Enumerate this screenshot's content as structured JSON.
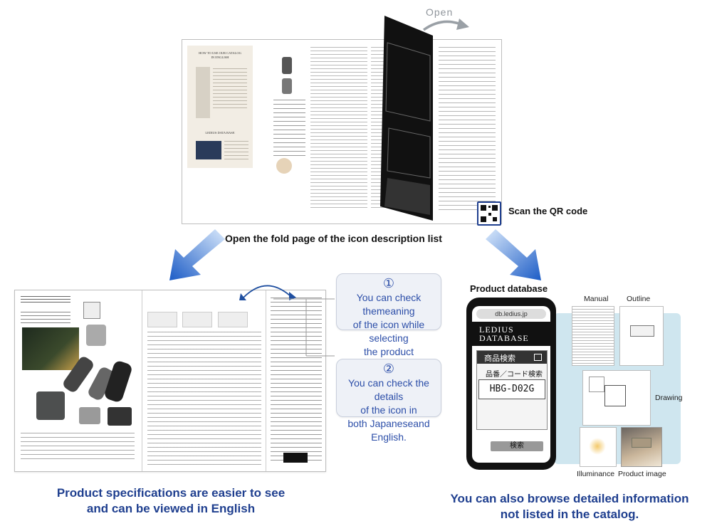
{
  "top": {
    "open_label": "Open",
    "inner_left_title_1": "HOW TO USE OUR CATALOG",
    "inner_left_title_2": "IN ENGLISH",
    "inner_left_title_3": "LEDIUS DATA BASE",
    "qr_caption": "Scan the QR code",
    "fold_caption": "Open the fold page of the icon description list"
  },
  "left_catalog": {
    "caption_line1": "Product specifications are easier to see",
    "caption_line2": "and can be viewed in English"
  },
  "callouts": [
    {
      "num": "①",
      "line1": "You can check themeaning",
      "line2": "of the icon while selecting",
      "line3": "the product"
    },
    {
      "num": "②",
      "line1": "You can check the details",
      "line2": "of the icon in",
      "line3": "both Japaneseand English."
    }
  ],
  "database": {
    "title": "Product database",
    "url": "db.ledius.jp",
    "logo_line1": "LEDIUS",
    "logo_line2": "DATABASE",
    "search_header": "商品検索",
    "search_sub": "品番／コード検索",
    "search_value": "HBG-D02G",
    "search_button": "検索",
    "labels": {
      "manual": "Manual",
      "outline": "Outline",
      "drawing": "Drawing",
      "illuminance": "Illuminance",
      "product_image": "Product image"
    },
    "caption_line1": "You can also browse detailed information",
    "caption_line2": "not listed in the catalog."
  },
  "colors": {
    "caption_blue": "#1f3f8f",
    "arrow_blue": "#2a6fd0",
    "panel_bg": "#cfe6ef",
    "callout_text": "#2c4ea8"
  }
}
